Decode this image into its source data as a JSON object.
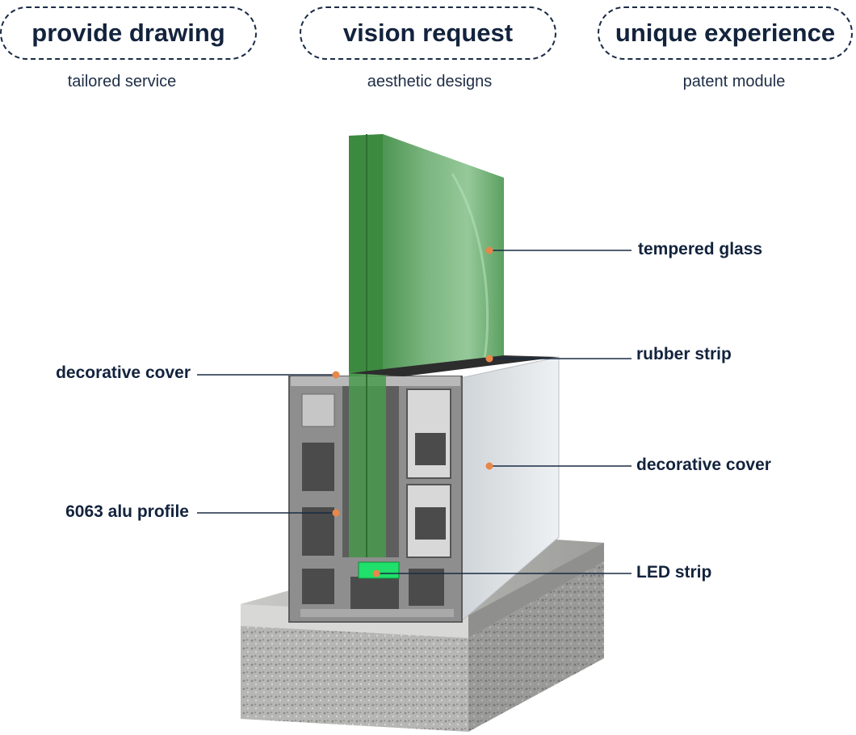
{
  "header": {
    "items": [
      {
        "title": "provide drawing",
        "subtitle": "tailored service"
      },
      {
        "title": "vision request",
        "subtitle": "aesthetic designs"
      },
      {
        "title": "unique experience",
        "subtitle": "patent module"
      }
    ]
  },
  "callouts": {
    "tempered_glass": "tempered glass",
    "rubber_strip": "rubber strip",
    "decorative_cover_left": "decorative cover",
    "decorative_cover_right": "decorative cover",
    "alu_profile": "6063 alu profile",
    "led_strip": "LED strip"
  },
  "colors": {
    "text": "#13233d",
    "marker": "#e8874a",
    "glass": "#4f9a56",
    "led": "#1fe06a",
    "profile": "#9a9a9a"
  }
}
